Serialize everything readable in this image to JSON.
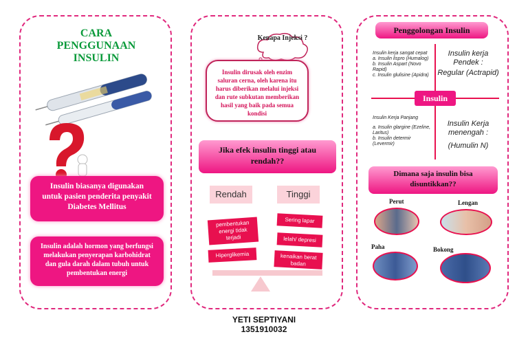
{
  "panel1": {
    "title": "CARA PENGGUNAAN INSULIN",
    "box1": "Insulin biasanya digunakan untuk pasien penderita penyakit Diabetes Mellitus",
    "box2": "Insulin adalah hormon yang berfungsi melakukan penyerapan karbohidrat dan gula darah dalam tubuh untuk pembentukan energi"
  },
  "panel2": {
    "cloud": "Kenapa Injeksi ?",
    "reason": "Insulin dirusak oleh enzim saluran cerna, oleh karena itu harus diberikan melalui injeksi dan rute subkutan memberikan hasil yang baik pada semua kondisi",
    "question": "Jika efek insulin tinggi atau rendah??",
    "low_label": "Rendah",
    "high_label": "Tinggi",
    "low_effects": [
      "pembentukan energi tidak terjadi",
      "Hiperglikemia"
    ],
    "high_effects": [
      "Sering lapar",
      "lelah/ depresi",
      "kenaikan berat badan"
    ]
  },
  "panel3": {
    "title": "Penggolongan Insulin",
    "center": "Insulin",
    "q1_lines": [
      "Insulin kerja sangat cepat",
      "a. Insulin lispro (Humalog)",
      "b. Insulin Aspart (Novo Rapid)",
      "c. Insulin glulisine (Apidra)"
    ],
    "q2_lines": [
      "Insulin kerja Pendek :",
      "Regular (Actrapid)"
    ],
    "q3_lines": [
      "Insulin Kerja Panjang",
      "a. Insulin glargine (Ezeline, Laritus)",
      "b. Insulin determir (Levermir)"
    ],
    "q4_lines": [
      "Insulin Kerja menengah :",
      "(Humulin N)"
    ],
    "question": "Dimana saja insulin bisa disuntikkan??",
    "locations": [
      "Perut",
      "Lengan",
      "Paha",
      "Bokong"
    ]
  },
  "footer": {
    "name": "YETI SEPTIYANI",
    "id": "1351910032"
  },
  "colors": {
    "border": "#e0287d",
    "pink": "#ee1682",
    "title_green": "#0a9a3a"
  }
}
